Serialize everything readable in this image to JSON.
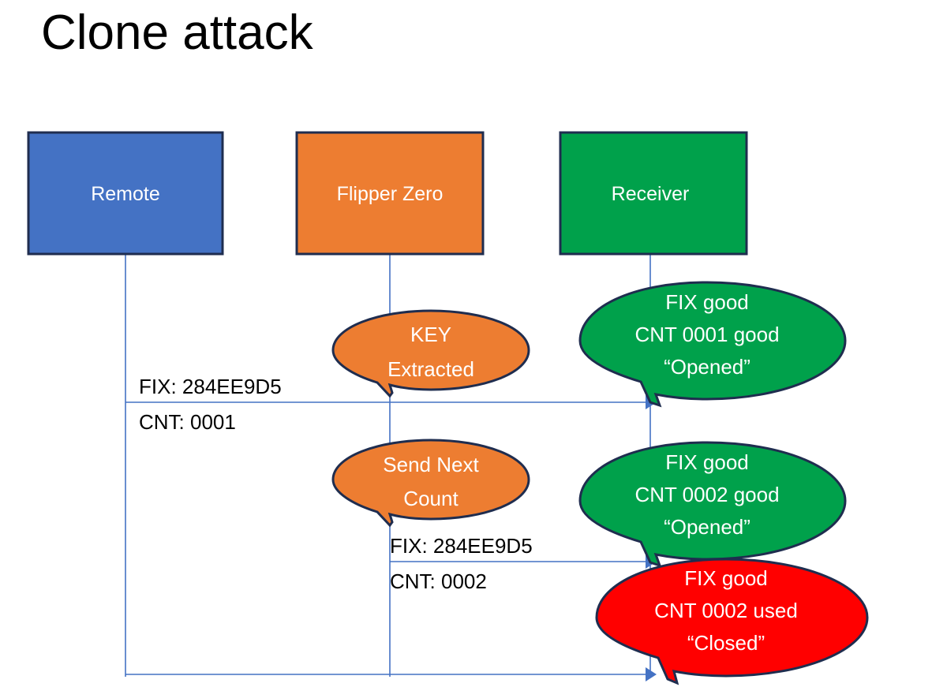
{
  "title": "Clone attack",
  "colors": {
    "remote_fill": "#4472C4",
    "flipper_fill": "#ED7D31",
    "receiver_fill": "#00A14B",
    "good_bubble_fill": "#00A14B",
    "attack_bubble_fill": "#ED7D31",
    "bad_bubble_fill": "#FF0000",
    "shape_border": "#1F2D4F",
    "line": "#4472C4",
    "text_dark": "#000000",
    "text_light": "#FFFFFF"
  },
  "actors": [
    {
      "id": "remote",
      "label": "Remote"
    },
    {
      "id": "flipper",
      "label": "Flipper Zero"
    },
    {
      "id": "receiver",
      "label": "Receiver"
    }
  ],
  "messages": [
    {
      "id": "msg-1",
      "from": "remote",
      "to": "receiver",
      "line_1": "FIX: 284EE9D5",
      "line_2": "CNT: 0001"
    },
    {
      "id": "msg-2",
      "from": "flipper",
      "to": "receiver",
      "line_1": "FIX: 284EE9D5",
      "line_2": "CNT: 0002"
    },
    {
      "id": "msg-3",
      "from": "remote",
      "to": "receiver",
      "line_1": "",
      "line_2": ""
    }
  ],
  "callouts": [
    {
      "id": "key-extracted",
      "owner": "flipper",
      "kind": "attack",
      "lines": [
        "KEY",
        "Extracted"
      ]
    },
    {
      "id": "receiver-cnt-0001-opened",
      "owner": "receiver",
      "kind": "good",
      "lines": [
        "FIX good",
        "CNT 0001 good",
        "“Opened”"
      ]
    },
    {
      "id": "send-next-count",
      "owner": "flipper",
      "kind": "attack",
      "lines": [
        "Send Next",
        "Count"
      ]
    },
    {
      "id": "receiver-cnt-0002-opened",
      "owner": "receiver",
      "kind": "good",
      "lines": [
        "FIX good",
        "CNT 0002 good",
        "“Opened”"
      ]
    },
    {
      "id": "receiver-cnt-0002-used-closed",
      "owner": "receiver",
      "kind": "bad",
      "lines": [
        "FIX good",
        "CNT 0002 used",
        "“Closed”"
      ]
    }
  ]
}
